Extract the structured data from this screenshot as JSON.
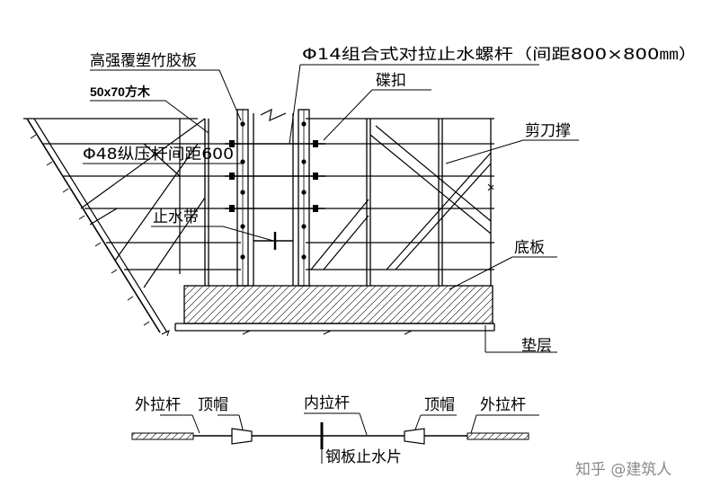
{
  "labels": {
    "formwork_board": "高强覆塑竹胶板",
    "square_timber": "50x70方木",
    "tie_bolt": "Φ14组合式对拉止水螺杆（间距800×800㎜）",
    "coupler": "碟扣",
    "pressing_bar": "Φ48纵压杆间距600",
    "scissor_brace": "剪刀撑",
    "waterstop": "止水带",
    "base_slab": "底板",
    "cushion_layer": "垫层"
  },
  "bolt_detail": {
    "outer_rod_left": "外拉杆",
    "top_cap_left": "顶帽",
    "inner_rod": "内拉杆",
    "top_cap_right": "顶帽",
    "outer_rod_right": "外拉杆",
    "steel_plate": "钢板止水片"
  },
  "watermark": "知乎 @建筑人"
}
